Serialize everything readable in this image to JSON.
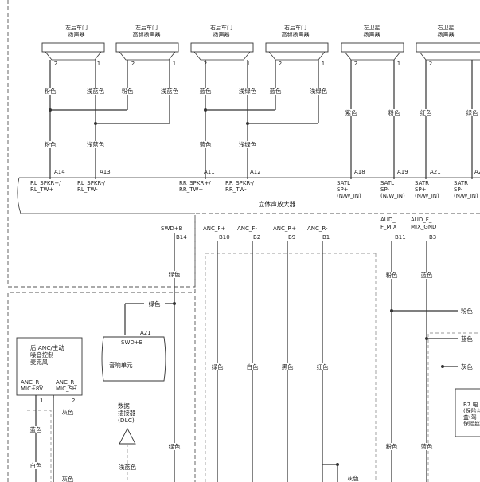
{
  "speakers": [
    {
      "line1": "左后车门",
      "line2": "扬声器"
    },
    {
      "line1": "左后车门",
      "line2": "高频扬声器"
    },
    {
      "line1": "右后车门",
      "line2": "扬声器"
    },
    {
      "line1": "右后车门",
      "line2": "高频扬声器"
    },
    {
      "line1": "左卫星",
      "line2": "扬声器"
    },
    {
      "line1": "右卫星",
      "line2": "扬声器"
    }
  ],
  "pin_numbers": [
    "2",
    "1"
  ],
  "wire_colors_top": [
    "粉色",
    "浅蓝色",
    "粉色",
    "浅蓝色",
    "蓝色",
    "浅绿色",
    "蓝色",
    "浅绿色"
  ],
  "wire_colors_mid": [
    "紫色",
    "粉色",
    "红色",
    "绿色"
  ],
  "wire_colors_low": [
    "粉色",
    "浅蓝色",
    "蓝色",
    "浅绿色"
  ],
  "amp_pins_top": [
    "A14",
    "A13",
    "A11",
    "A12",
    "A18",
    "A19",
    "A21",
    "A2"
  ],
  "amp_signals": [
    {
      "l1": "RL_SPKR+/",
      "l2": "RL_TW+",
      "l3": ""
    },
    {
      "l1": "RL_SPKR-/",
      "l2": "RL_TW-",
      "l3": ""
    },
    {
      "l1": "RR_SPKR+/",
      "l2": "RR_TW+",
      "l3": ""
    },
    {
      "l1": "RR_SPKR-/",
      "l2": "RR_TW-",
      "l3": ""
    },
    {
      "l1": "SATL_",
      "l2": "SP+",
      "l3": "(N/W_IN)"
    },
    {
      "l1": "SATL_",
      "l2": "SP-",
      "l3": "(N/W_IN)"
    },
    {
      "l1": "SATR_",
      "l2": "SP+",
      "l3": "(N/W_IN)"
    },
    {
      "l1": "SATR_",
      "l2": "SP-",
      "l3": "(N/W_IN)"
    }
  ],
  "amp_title": "立体声放大器",
  "amp_lower_signals": [
    {
      "name": "SWD+B",
      "pin": "B14"
    },
    {
      "name": "ANC_F+",
      "pin": "B10"
    },
    {
      "name": "ANC_F-",
      "pin": "B2"
    },
    {
      "name": "ANC_R+",
      "pin": "B9"
    },
    {
      "name": "ANC_R-",
      "pin": "B1"
    }
  ],
  "aud_signals": [
    {
      "l1": "AUD_",
      "l2": "F_MIX",
      "pin": "B11"
    },
    {
      "l1": "AUD_F_",
      "l2": "MIX_GND",
      "pin": "B3"
    }
  ],
  "swd_wire": "绿色",
  "swd_branch": "绿色",
  "audio_unit": {
    "pin": "A21",
    "signal": "SWD+B",
    "name": "音响单元"
  },
  "anc_wire_colors": [
    "绿色",
    "白色",
    "黑色",
    "红色"
  ],
  "aud_colors_upper": [
    "粉色",
    "蓝色"
  ],
  "aud_colors_lower": [
    "粉色",
    "蓝色"
  ],
  "right_branch_colors": [
    "粉色",
    "蓝色",
    "灰色"
  ],
  "mic": {
    "line1": "后 ANC/主动",
    "line2": "噪音控制",
    "line3": "麦克风",
    "sig1a": "ANC_R_",
    "sig1b": "MIC+8V",
    "sig2a": "ANC_R_",
    "sig2b": "MIC_SH",
    "pin1": "1",
    "pin2": "2"
  },
  "mic_wire_colors": [
    "灰色",
    "蓝色",
    "白色",
    "灰色"
  ],
  "dlc": {
    "line1": "数据",
    "line2": "插接器",
    "line3": "(DLC)"
  },
  "dlc_wire": "浅蓝色",
  "swd_wire_low": "绿色",
  "bottom_gray": "灰色",
  "right_box": {
    "line1": "B7 电",
    "line2": "(保险丝",
    "line3": "盒(驾",
    "line4": "保险丝"
  }
}
